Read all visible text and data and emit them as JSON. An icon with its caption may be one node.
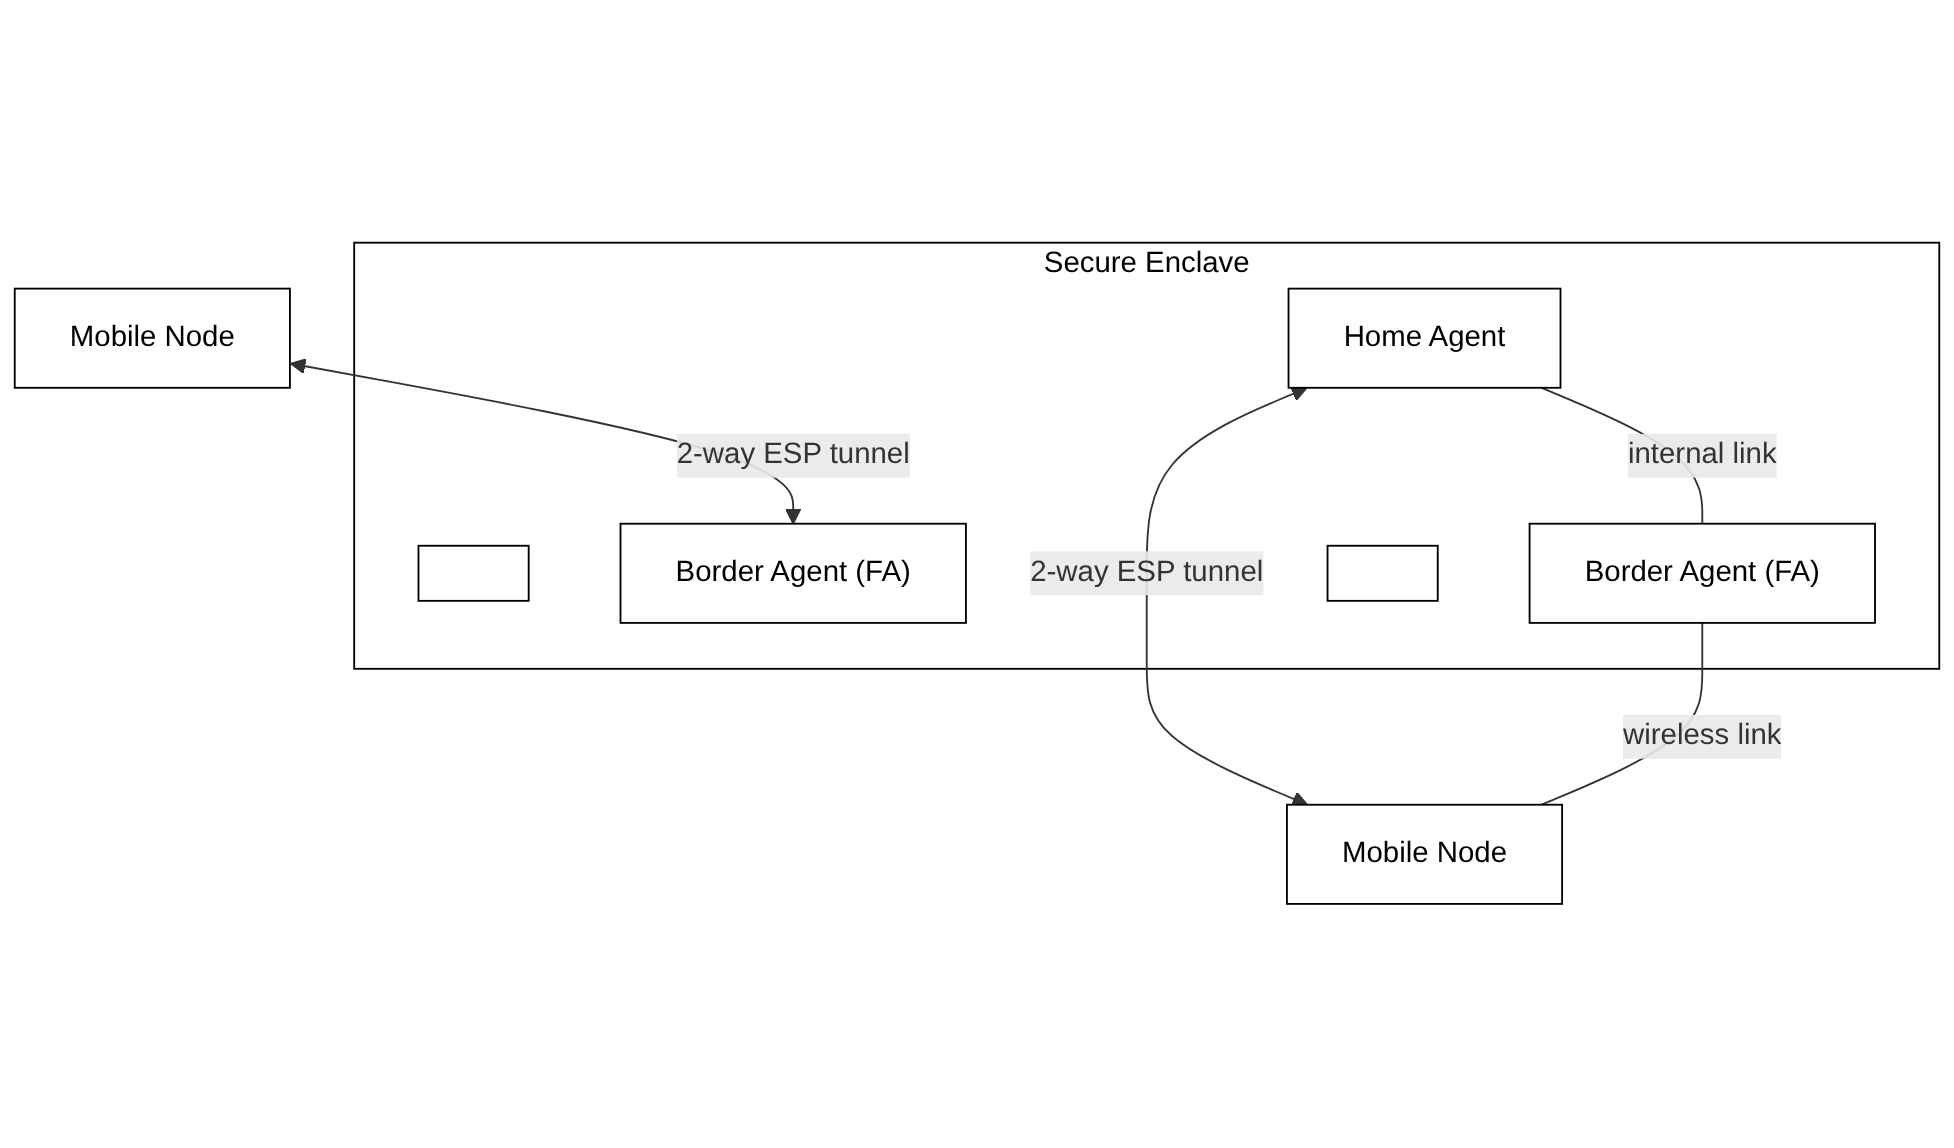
{
  "diagram": {
    "nodes": [
      {
        "text": [
          "Secure Enclave"
        ]
      },
      {
        "text": [],
        "shape": "box",
        "in": 0
      },
      {
        "text": [
          "Border Agent (FA)"
        ],
        "in": 0
      },
      {
        "text": [
          "Home Agent"
        ],
        "in": 0
      },
      {
        "text": [
          "Border Agent (FA)"
        ],
        "in": 0
      },
      {
        "text": [],
        "shape": "box",
        "in": 0
      },
      {
        "text": [
          "Mobile Node"
        ]
      },
      {
        "text": [
          "Mobile Node"
        ]
      }
    ],
    "edges": [
      {
        "from": 6,
        "to": 2,
        "arrow": "both",
        "label": "2-way ESP tunnel"
      },
      {
        "from": 3,
        "to": 7,
        "arrow": "both",
        "label": "2-way ESP tunnel"
      },
      {
        "from": 3,
        "to": 4,
        "arrow": "none",
        "label": "internal link"
      },
      {
        "from": 4,
        "to": 7,
        "arrow": "none",
        "label": "wireless link"
      }
    ]
  }
}
